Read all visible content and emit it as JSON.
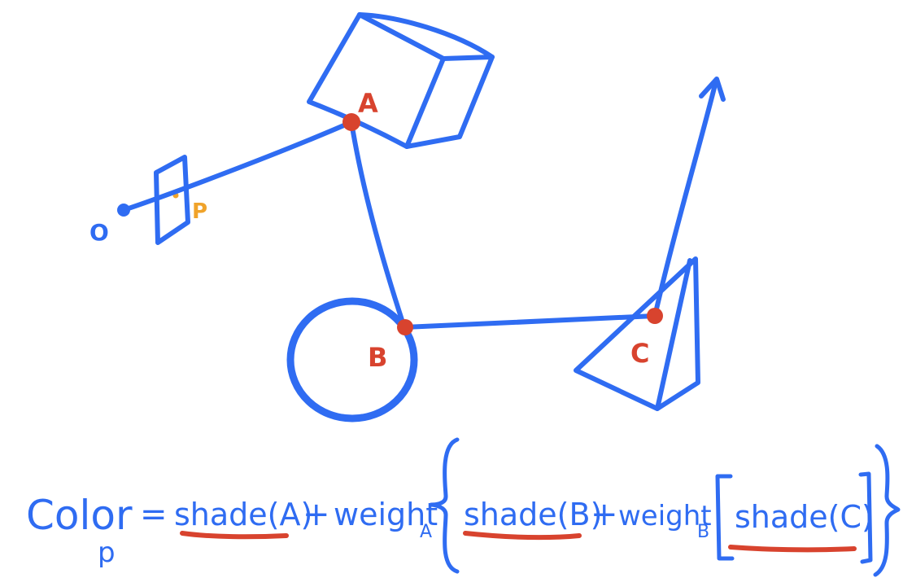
{
  "diagram": {
    "points": {
      "origin": "O",
      "pixel": "P",
      "hit_a": "A",
      "hit_b": "B",
      "hit_c": "C"
    },
    "formula": {
      "color": "Color",
      "color_sub": "p",
      "equals": "=",
      "shade_a": "shade(A)",
      "plus1": "+",
      "weight_a": "weight",
      "weight_a_sub": "A",
      "shade_b": "shade(B)",
      "plus2": "+",
      "weight_b": "weight",
      "weight_b_sub": "B",
      "shade_c": "shade(C)"
    },
    "colors": {
      "stroke": "#2f6cf2",
      "point": "#d8432e",
      "pixel_label": "#f0a32a",
      "underline": "#d8432e"
    }
  }
}
